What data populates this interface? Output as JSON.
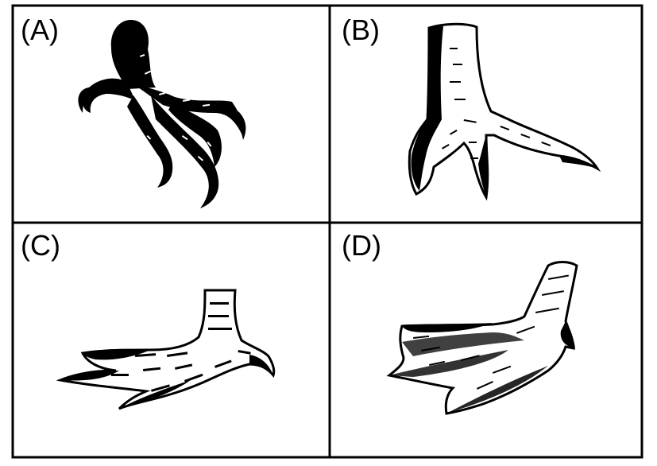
{
  "panels": [
    {
      "label": "(A)",
      "icon": "raptor-talon-foot-icon"
    },
    {
      "label": "(B)",
      "icon": "perching-bird-foot-icon"
    },
    {
      "label": "(C)",
      "icon": "ground-bird-foot-icon"
    },
    {
      "label": "(D)",
      "icon": "webbed-foot-icon"
    }
  ],
  "colors": {
    "ink": "#000000",
    "paper": "#ffffff"
  }
}
